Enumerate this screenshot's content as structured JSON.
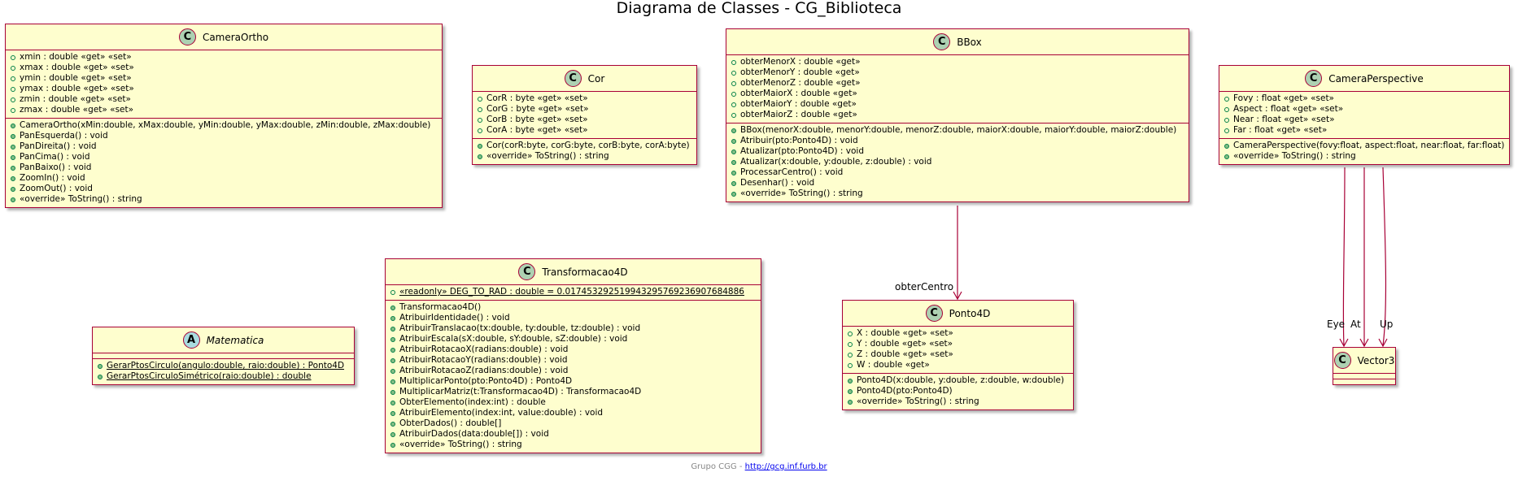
{
  "title": "Diagrama de Classes - CG_Biblioteca",
  "footer": {
    "text": "Grupo CGG - ",
    "link": "http://gcg.inf.furb.br"
  },
  "classes": {
    "cameraortho": {
      "name": "CameraOrtho",
      "kind": "C",
      "fields": [
        "xmin : double «get» «set»",
        "xmax : double «get» «set»",
        "ymin : double «get» «set»",
        "ymax : double «get» «set»",
        "zmin : double «get» «set»",
        "zmax : double «get» «set»"
      ],
      "methods": [
        "CameraOrtho(xMin:double, xMax:double, yMin:double, yMax:double, zMin:double, zMax:double)",
        "PanEsquerda() : void",
        "PanDireita() : void",
        "PanCima() : void",
        "PanBaixo() : void",
        "ZoomIn() : void",
        "ZoomOut() : void",
        "«override» ToString() : string"
      ]
    },
    "cor": {
      "name": "Cor",
      "kind": "C",
      "fields": [
        "CorR : byte «get» «set»",
        "CorG : byte «get» «set»",
        "CorB : byte «get» «set»",
        "CorA : byte «get» «set»"
      ],
      "methods": [
        "Cor(corR:byte, corG:byte, corB:byte, corA:byte)",
        "«override» ToString() : string"
      ]
    },
    "bbox": {
      "name": "BBox",
      "kind": "C",
      "fields": [
        "obterMenorX : double «get»",
        "obterMenorY : double «get»",
        "obterMenorZ : double «get»",
        "obterMaiorX : double «get»",
        "obterMaiorY : double «get»",
        "obterMaiorZ : double «get»"
      ],
      "methods": [
        "BBox(menorX:double, menorY:double, menorZ:double, maiorX:double, maiorY:double, maiorZ:double)",
        "Atribuir(pto:Ponto4D) : void",
        "Atualizar(pto:Ponto4D) : void",
        "Atualizar(x:double, y:double, z:double) : void",
        "ProcessarCentro() : void",
        "Desenhar() : void",
        "«override» ToString() : string"
      ]
    },
    "cameraperspective": {
      "name": "CameraPerspective",
      "kind": "C",
      "fields": [
        "Fovy : float «get» «set»",
        "Aspect : float «get» «set»",
        "Near : float «get» «set»",
        "Far : float «get» «set»"
      ],
      "methods": [
        "CameraPerspective(fovy:float, aspect:float, near:float, far:float)",
        "«override» ToString() : string"
      ]
    },
    "transformacao4d": {
      "name": "Transformacao4D",
      "kind": "C",
      "fields": [
        "«readonly» DEG_TO_RAD : double = 0.017453292519943295769236907684886"
      ],
      "methods": [
        "Transformacao4D()",
        "AtribuirIdentidade() : void",
        "AtribuirTranslacao(tx:double, ty:double, tz:double) : void",
        "AtribuirEscala(sX:double, sY:double, sZ:double) : void",
        "AtribuirRotacaoX(radians:double) : void",
        "AtribuirRotacaoY(radians:double) : void",
        "AtribuirRotacaoZ(radians:double) : void",
        "MultiplicarPonto(pto:Ponto4D) : Ponto4D",
        "MultiplicarMatriz(t:Transformacao4D) : Transformacao4D",
        "ObterElemento(index:int) : double",
        "AtribuirElemento(index:int, value:double) : void",
        "ObterDados() : double[]",
        "AtribuirDados(data:double[]) : void",
        "«override» ToString() : string"
      ]
    },
    "matematica": {
      "name": "Matematica",
      "kind": "A",
      "fields": [],
      "methods": [
        "GerarPtosCirculo(angulo:double, raio:double) : Ponto4D",
        "GerarPtosCirculoSimétrico(raio:double) : double"
      ]
    },
    "ponto4d": {
      "name": "Ponto4D",
      "kind": "C",
      "fields": [
        "X : double «get» «set»",
        "Y : double «get» «set»",
        "Z : double «get» «set»",
        "W : double «get»"
      ],
      "methods": [
        "Ponto4D(x:double, y:double, z:double, w:double)",
        "Ponto4D(pto:Ponto4D)",
        "«override» ToString() : string"
      ]
    },
    "vector3": {
      "name": "Vector3",
      "kind": "C",
      "fields": [],
      "methods": []
    }
  },
  "relations": {
    "obter_centro": "obterCentro",
    "eye": "Eye",
    "at": "At",
    "up": "Up"
  }
}
